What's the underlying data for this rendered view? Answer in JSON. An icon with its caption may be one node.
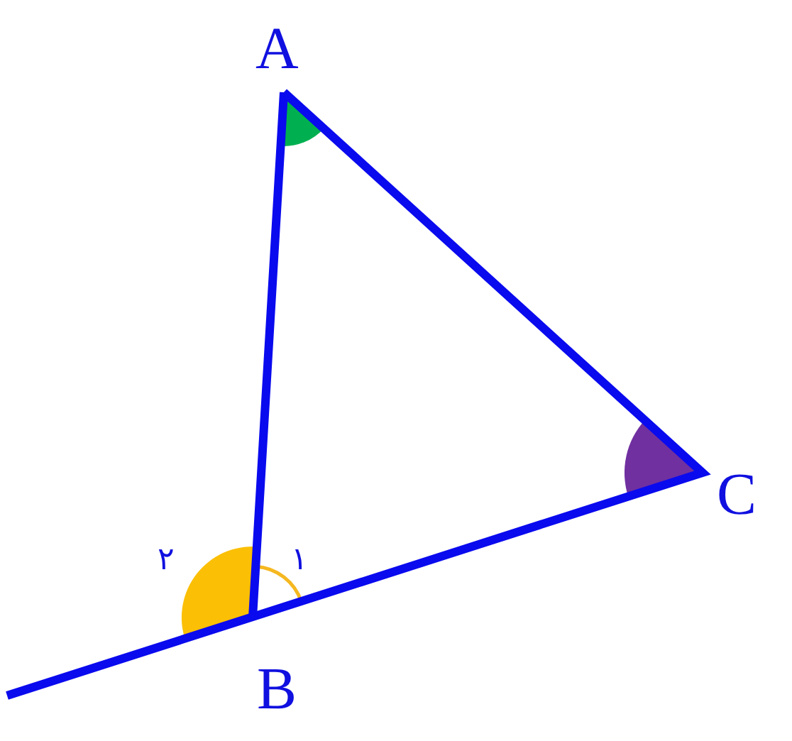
{
  "diagram": {
    "labels": [
      "A",
      "C",
      "۲",
      "۱",
      "B"
    ]
  }
}
